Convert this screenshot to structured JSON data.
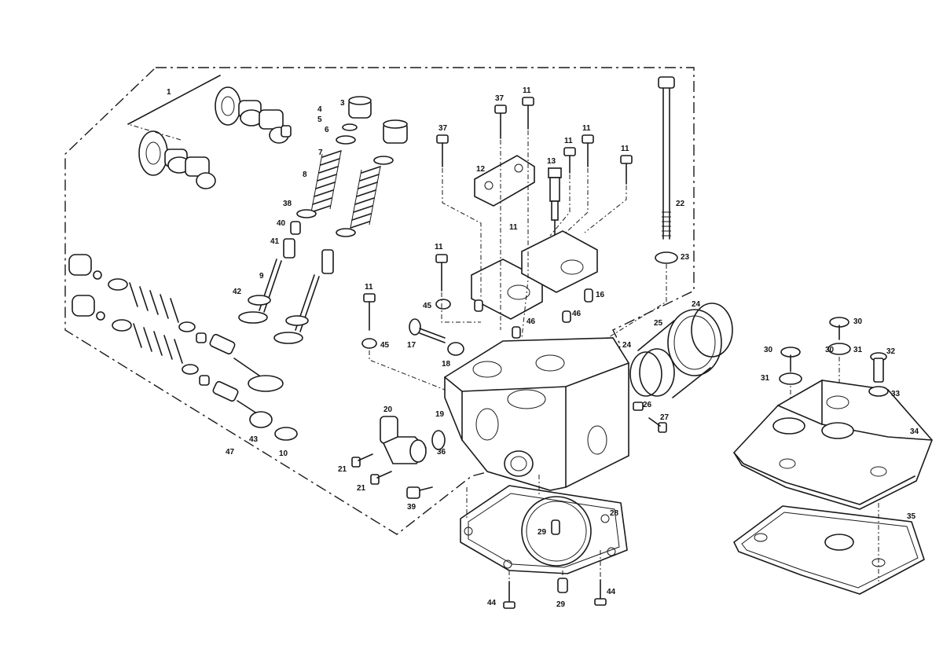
{
  "callouts": [
    "1",
    "3",
    "4",
    "5",
    "6",
    "7",
    "8",
    "38",
    "40",
    "41",
    "9",
    "42",
    "47",
    "43",
    "10",
    "37",
    "11",
    "37",
    "11",
    "11",
    "11",
    "11",
    "12",
    "13",
    "11",
    "22",
    "23",
    "11",
    "45",
    "16",
    "24",
    "25",
    "46",
    "46",
    "45",
    "17",
    "18",
    "24",
    "19",
    "26",
    "27",
    "20",
    "36",
    "21",
    "21",
    "39",
    "28",
    "29",
    "29",
    "44",
    "44",
    "30",
    "30",
    "30",
    "31",
    "31",
    "32",
    "33",
    "34",
    "35"
  ],
  "colors": {
    "line": "#1a1a1a",
    "background": "#ffffff",
    "shade": "#d9d9d9"
  }
}
